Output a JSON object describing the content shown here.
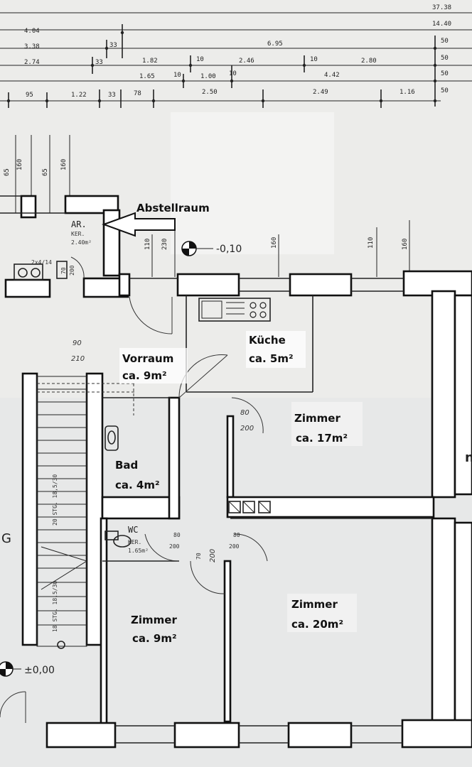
{
  "dimensions": {
    "total": "37.38",
    "row1": [
      "14.40",
      "4.04"
    ],
    "row2": [
      "3.38",
      "33",
      "6.95",
      "50"
    ],
    "row3": [
      "2.74",
      "33",
      "1.82",
      "10",
      "2.46",
      "10",
      "2.80",
      "50"
    ],
    "row4": [
      "1.65",
      "10",
      "1.00",
      "10",
      "4.42",
      "50"
    ],
    "row5": [
      "95",
      "1.22",
      "33",
      "78",
      "2.50",
      "2.49",
      "1.16",
      "50"
    ],
    "vertical": [
      "65",
      "160",
      "65",
      "160",
      "110",
      "230",
      "160",
      "110",
      "160"
    ]
  },
  "levels": {
    "upper": "-0,10",
    "lower": "±0,00"
  },
  "storage": {
    "callout": "Abstellraum",
    "code": "AR.",
    "floor": "KER.",
    "area": "2.40m²"
  },
  "rooms": {
    "vorraum": {
      "name": "Vorraum",
      "area": "ca. 9m²"
    },
    "kueche": {
      "name": "Küche",
      "area": "ca. 5m²"
    },
    "zimmer17": {
      "name": "Zimmer",
      "area": "ca. 17m²"
    },
    "bad": {
      "name": "Bad",
      "area": "ca. 4m²"
    },
    "wc": {
      "name": "WC",
      "floor": "KER.",
      "area": "1.65m²"
    },
    "zimmer9": {
      "name": "Zimmer",
      "area": "ca. 9m²"
    },
    "zimmer20": {
      "name": "Zimmer",
      "area": "ca. 20m²"
    }
  },
  "door_notes": [
    "90",
    "210",
    "80",
    "200",
    "80",
    "200",
    "80",
    "200",
    "70",
    "200",
    "2x4/14",
    "70",
    "200"
  ],
  "stairs": {
    "upper": "20 STG. 18,5/30",
    "lower": "18 STG. 18,5/30"
  },
  "edge_marks": [
    "G",
    "n"
  ]
}
